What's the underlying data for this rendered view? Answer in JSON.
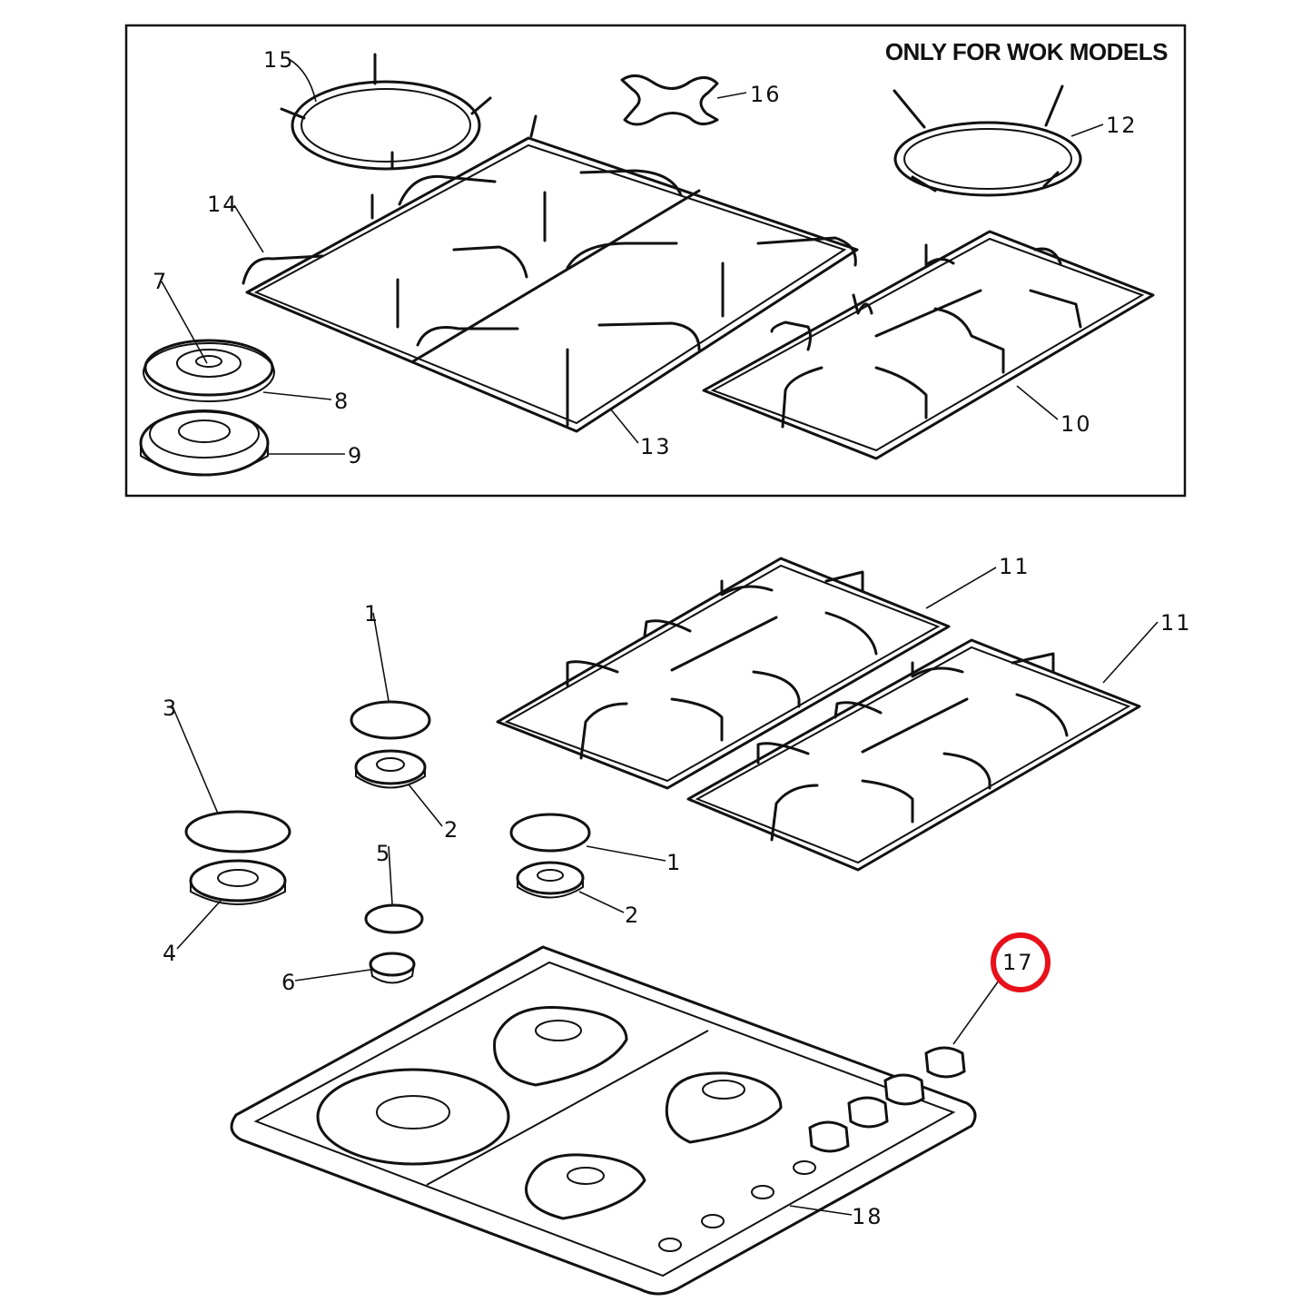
{
  "header": {
    "note": "ONLY FOR WOK MODELS"
  },
  "labels": [
    "15",
    "16",
    "12",
    "14",
    "7",
    "8",
    "9",
    "13",
    "10",
    "11",
    "11",
    "1",
    "3",
    "2",
    "5",
    "1",
    "2",
    "4",
    "6",
    "17",
    "18"
  ],
  "highlight": {
    "label_index": 19,
    "color": "#e8101a"
  }
}
